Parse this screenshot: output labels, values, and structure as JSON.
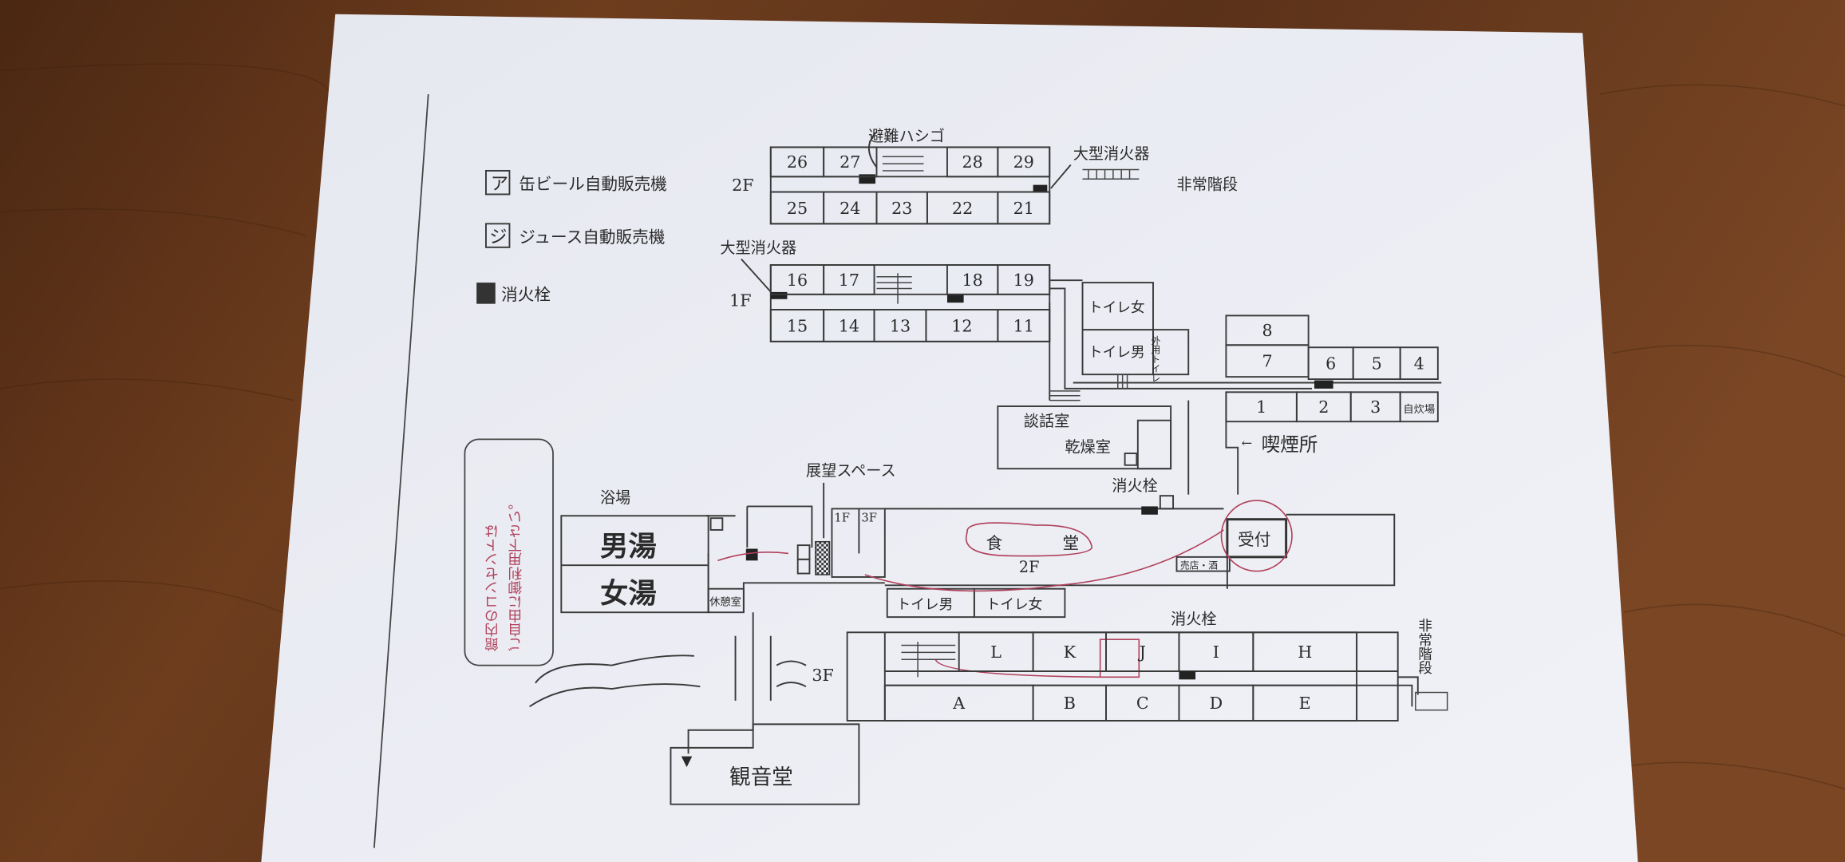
{
  "legend": {
    "beer_icon": "ア",
    "beer_label": "缶ビール自動販売機",
    "juice_icon": "ジ",
    "juice_label": "ジュース自動販売機",
    "hydrant_label": "消火栓"
  },
  "floor_2f_wing": {
    "label": "2F",
    "rooms_top": [
      "26",
      "27",
      "28",
      "29"
    ],
    "rooms_bottom": [
      "25",
      "24",
      "23",
      "22",
      "21"
    ],
    "escape_ladder": "避難ハシゴ",
    "extinguisher": "大型消火器",
    "emergency_stairs": "非常階段"
  },
  "floor_1f_wing": {
    "label": "1F",
    "rooms_top": [
      "16",
      "17",
      "18",
      "19"
    ],
    "rooms_bottom": [
      "15",
      "14",
      "13",
      "12",
      "11"
    ],
    "extinguisher": "大型消火器",
    "toilet_women": "トイレ女",
    "toilet_men": "トイレ男",
    "toilet_outside": "外用トイレ",
    "rooms_east_top": [
      "8",
      "7",
      "6",
      "5",
      "4"
    ],
    "rooms_east_bottom": [
      "1",
      "2",
      "3",
      "自炊場"
    ],
    "lounge": "談話室",
    "drying_room": "乾燥室",
    "smoking_area": "喫煙所"
  },
  "main_2f": {
    "label": "2F",
    "bath_area": "浴場",
    "mens_bath": "男湯",
    "womens_bath": "女湯",
    "rest_room": "休憩室",
    "observation_space": "展望スペース",
    "stairs_1f": "1F",
    "stairs_3f": "3F",
    "dining_hall_1": "食",
    "dining_hall_2": "堂",
    "reception": "受付",
    "shop": "売店・酒",
    "hydrant": "消火栓",
    "toilet_men": "トイレ男",
    "toilet_women": "トイレ女"
  },
  "floor_3f": {
    "label": "3F",
    "rooms_top": [
      "L",
      "K",
      "J",
      "I",
      "H"
    ],
    "rooms_bottom": [
      "A",
      "B",
      "C",
      "D",
      "E"
    ],
    "hydrant": "消火栓",
    "emergency_stairs": "非常階段"
  },
  "kannondo": "観音堂",
  "note": {
    "line1": "館内のコンセントは",
    "line2": "ご自由に御利用下さい。"
  },
  "colors": {
    "wood": "#5a3119",
    "paper": "#eceef5",
    "ink": "#2a2a2a",
    "pen": "#b0405a"
  }
}
